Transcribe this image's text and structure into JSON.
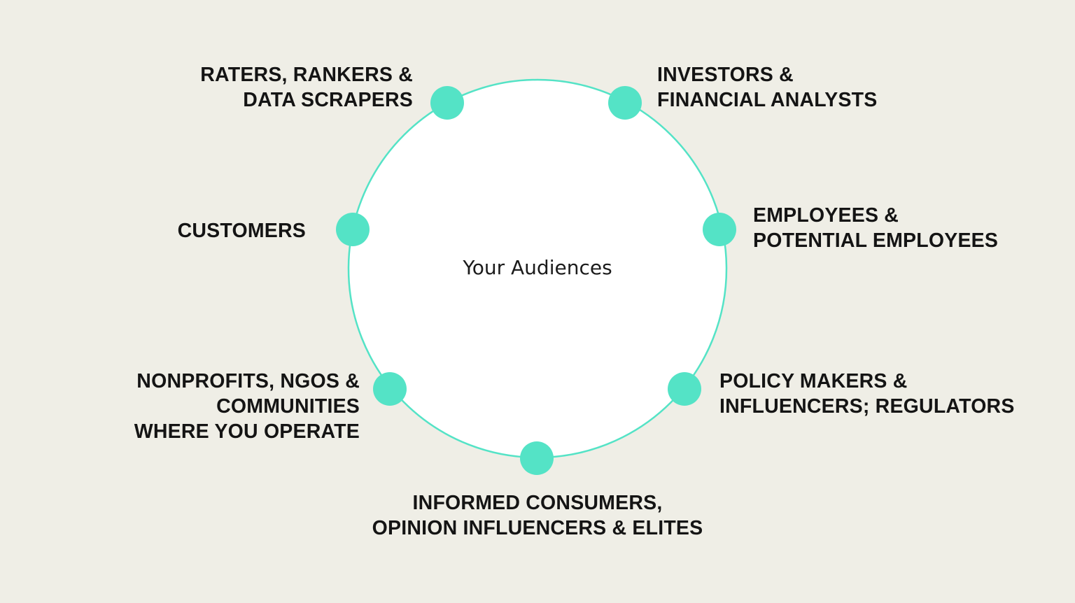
{
  "diagram": {
    "center_label": "Your Audiences",
    "colors": {
      "background": "#efeee6",
      "circle_fill": "#ffffff",
      "accent": "#54e3c6",
      "text": "#141414"
    },
    "audiences": [
      {
        "id": "raters",
        "lines": [
          "RATERS, RANKERS &",
          "DATA SCRAPERS"
        ]
      },
      {
        "id": "investors",
        "lines": [
          "INVESTORS &",
          "FINANCIAL ANALYSTS"
        ]
      },
      {
        "id": "customers",
        "lines": [
          "CUSTOMERS"
        ]
      },
      {
        "id": "employees",
        "lines": [
          "EMPLOYEES &",
          "POTENTIAL EMPLOYEES"
        ]
      },
      {
        "id": "nonprofits",
        "lines": [
          "NONPROFITS, NGOS &",
          "COMMUNITIES",
          "WHERE YOU OPERATE"
        ]
      },
      {
        "id": "policy",
        "lines": [
          "POLICY MAKERS &",
          "INFLUENCERS; REGULATORS"
        ]
      },
      {
        "id": "consumers",
        "lines": [
          "INFORMED CONSUMERS,",
          "OPINION INFLUENCERS & ELITES"
        ]
      }
    ]
  }
}
